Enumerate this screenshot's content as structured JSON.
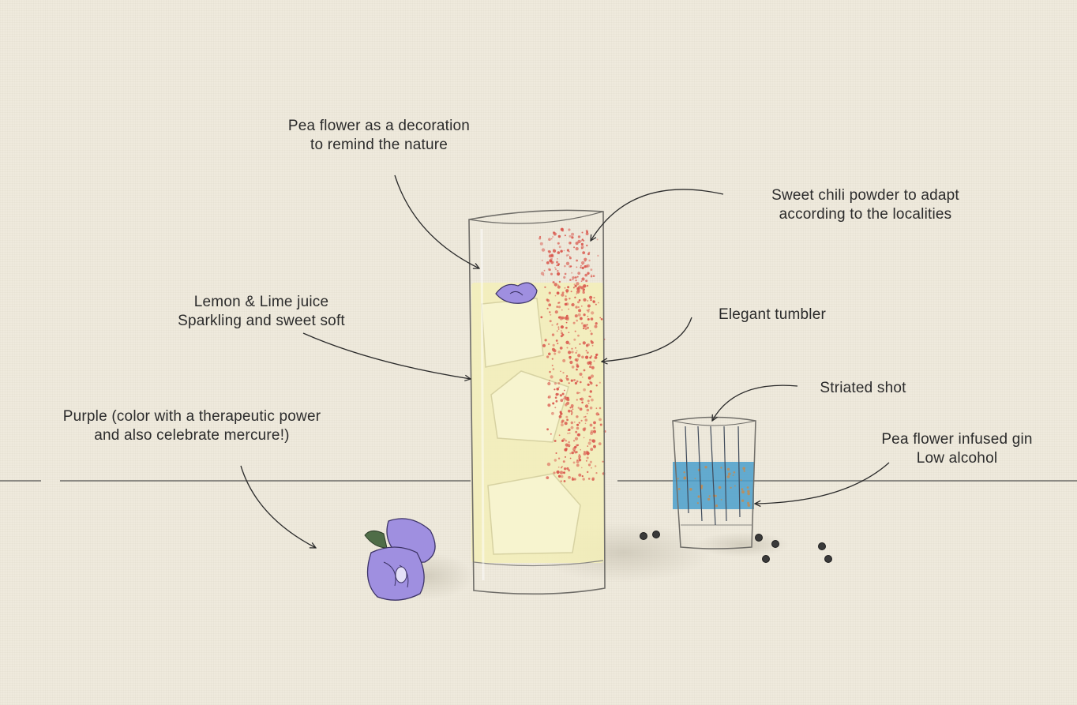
{
  "annotations": {
    "pea_flower_decoration": {
      "line1": "Pea flower as a decoration",
      "line2": "to remind the nature"
    },
    "chili_powder": {
      "line1": "Sweet chili powder to adapt",
      "line2": "according to the localities"
    },
    "juice": {
      "line1": "Lemon & Lime juice",
      "line2": "Sparkling and sweet soft"
    },
    "tumbler": {
      "line1": "Elegant tumbler"
    },
    "striated_shot": {
      "line1": "Striated shot"
    },
    "purple": {
      "line1": "Purple (color with a therapeutic power",
      "line2": "and also celebrate mercure!)"
    },
    "gin": {
      "line1": "Pea flower infused gin",
      "line2": "Low alcohol"
    }
  },
  "colors": {
    "background": "#efeadd",
    "juice": "#f3efb8",
    "chili": "#d9544a",
    "pea_flower": "#9f8fe0",
    "gin_blue": "#4a9fcc",
    "ink": "#2b2b2b"
  }
}
